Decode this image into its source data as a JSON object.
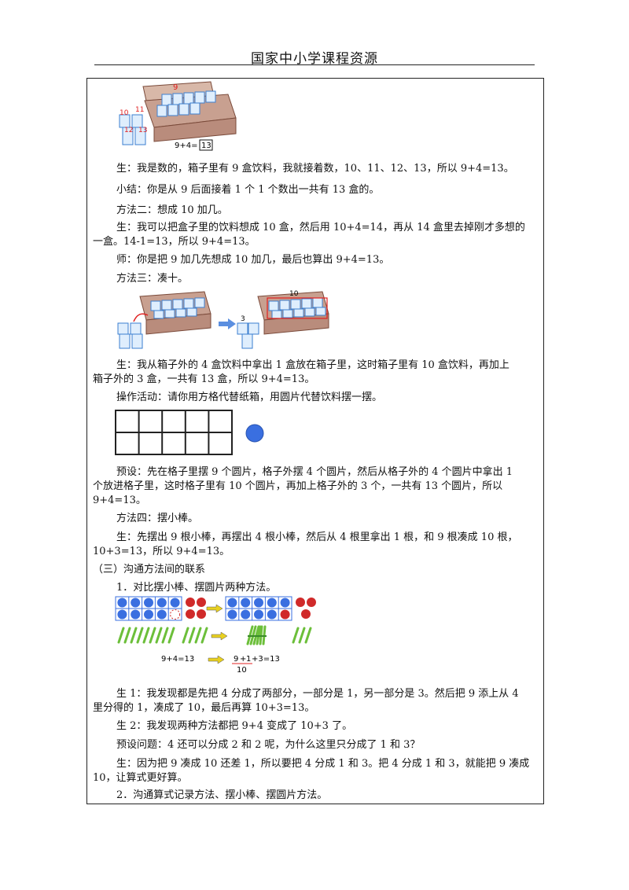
{
  "header": {
    "title": "国家中小学课程资源"
  },
  "figure1": {
    "label_9": "9",
    "label_10": "10",
    "label_11": "11",
    "label_12": "12",
    "label_13": "13",
    "equation_left": "9+4=",
    "equation_answer": "13"
  },
  "paragraphs": {
    "p1": "生：我是数的，箱子里有 9 盒饮料，我就接着数，10、11、12、13，所以 9+4=13。",
    "p2": "小结：你是从 9 后面接着 1 个 1 个数出一共有 13 盒的。",
    "p3": "方法二：想成 10 加几。",
    "p4a": "生：我可以把盒子里的饮料想成 10 盒，然后用 10+4=14，再从 14 盒里去掉刚才多想的",
    "p4b": "一盒。14-1=13，所以 9+4=13。",
    "p5": "师：你是把 9 加几先想成 10 加几，最后也算出 9+4=13。",
    "p6": "方法三：凑十。",
    "p7a": "生：我从箱子外的 4 盒饮料中拿出 1 盒放在箱子里，这时箱子里有 10 盒饮料，再加上",
    "p7b": "箱子外的 3 盒，一共有 13 盒，所以 9+4=13。",
    "p8": "操作活动：请你用方格代替纸箱，用圆片代替饮料摆一摆。",
    "p9a": "预设：先在格子里摆 9 个圆片，格子外摆 4 个圆片，然后从格子外的 4 个圆片中拿出 1",
    "p9b": "个放进格子里，这时格子里有 10 个圆片，再加上格子外的 3 个，一共有 13 个圆片，所以",
    "p9c": "9+4=13。",
    "p10": "方法四：摆小棒。",
    "p11a": "生：先摆出 9 根小棒，再摆出 4 根小棒，然后从 4 根里拿出 1 根，和 9 根凑成 10 根，",
    "p11b": "10+3=13，所以 9+4=13。",
    "p12": "（三）沟通方法间的联系",
    "p13": "1．对比摆小棒、摆圆片两种方法。",
    "p14a": "生 1：我发现都是先把 4 分成了两部分，一部分是 1，另一部分是 3。然后把 9 添上从 4",
    "p14b": "里分得的 1，凑成了 10，最后再算 10+3=13。",
    "p15": "生 2：我发现两种方法都把 9+4 变成了 10+3 了。",
    "p16": "预设问题：4 还可以分成 2 和 2 呢，为什么这里只分成了 1 和 3？",
    "p17a": "生：因为把 9 凑成 10 还差 1，所以要把 4 分成 1 和 3。把 4 分成 1 和 3，就能把 9 凑成",
    "p17b": "10，让算式更好算。",
    "p18": "2．沟通算式记录方法、摆小棒、摆圆片方法。"
  },
  "figure2": {
    "label_3": "3",
    "label_10": "10"
  },
  "figure4": {
    "eq_left": "9+4=13",
    "eq_right_a": "9",
    "eq_right_b": "+",
    "eq_right_c": "1",
    "eq_right_d": "+3=13",
    "eq_under": "10"
  },
  "colors": {
    "box": "#c8a898",
    "box_dark": "#8a5a4a",
    "drink": "#3b7fd0",
    "chip_blue": "#3a6fe0",
    "chip_red": "#d02a2a",
    "stick": "#6cbf3a",
    "arrow": "#f0d020",
    "label_red": "#e02020"
  }
}
